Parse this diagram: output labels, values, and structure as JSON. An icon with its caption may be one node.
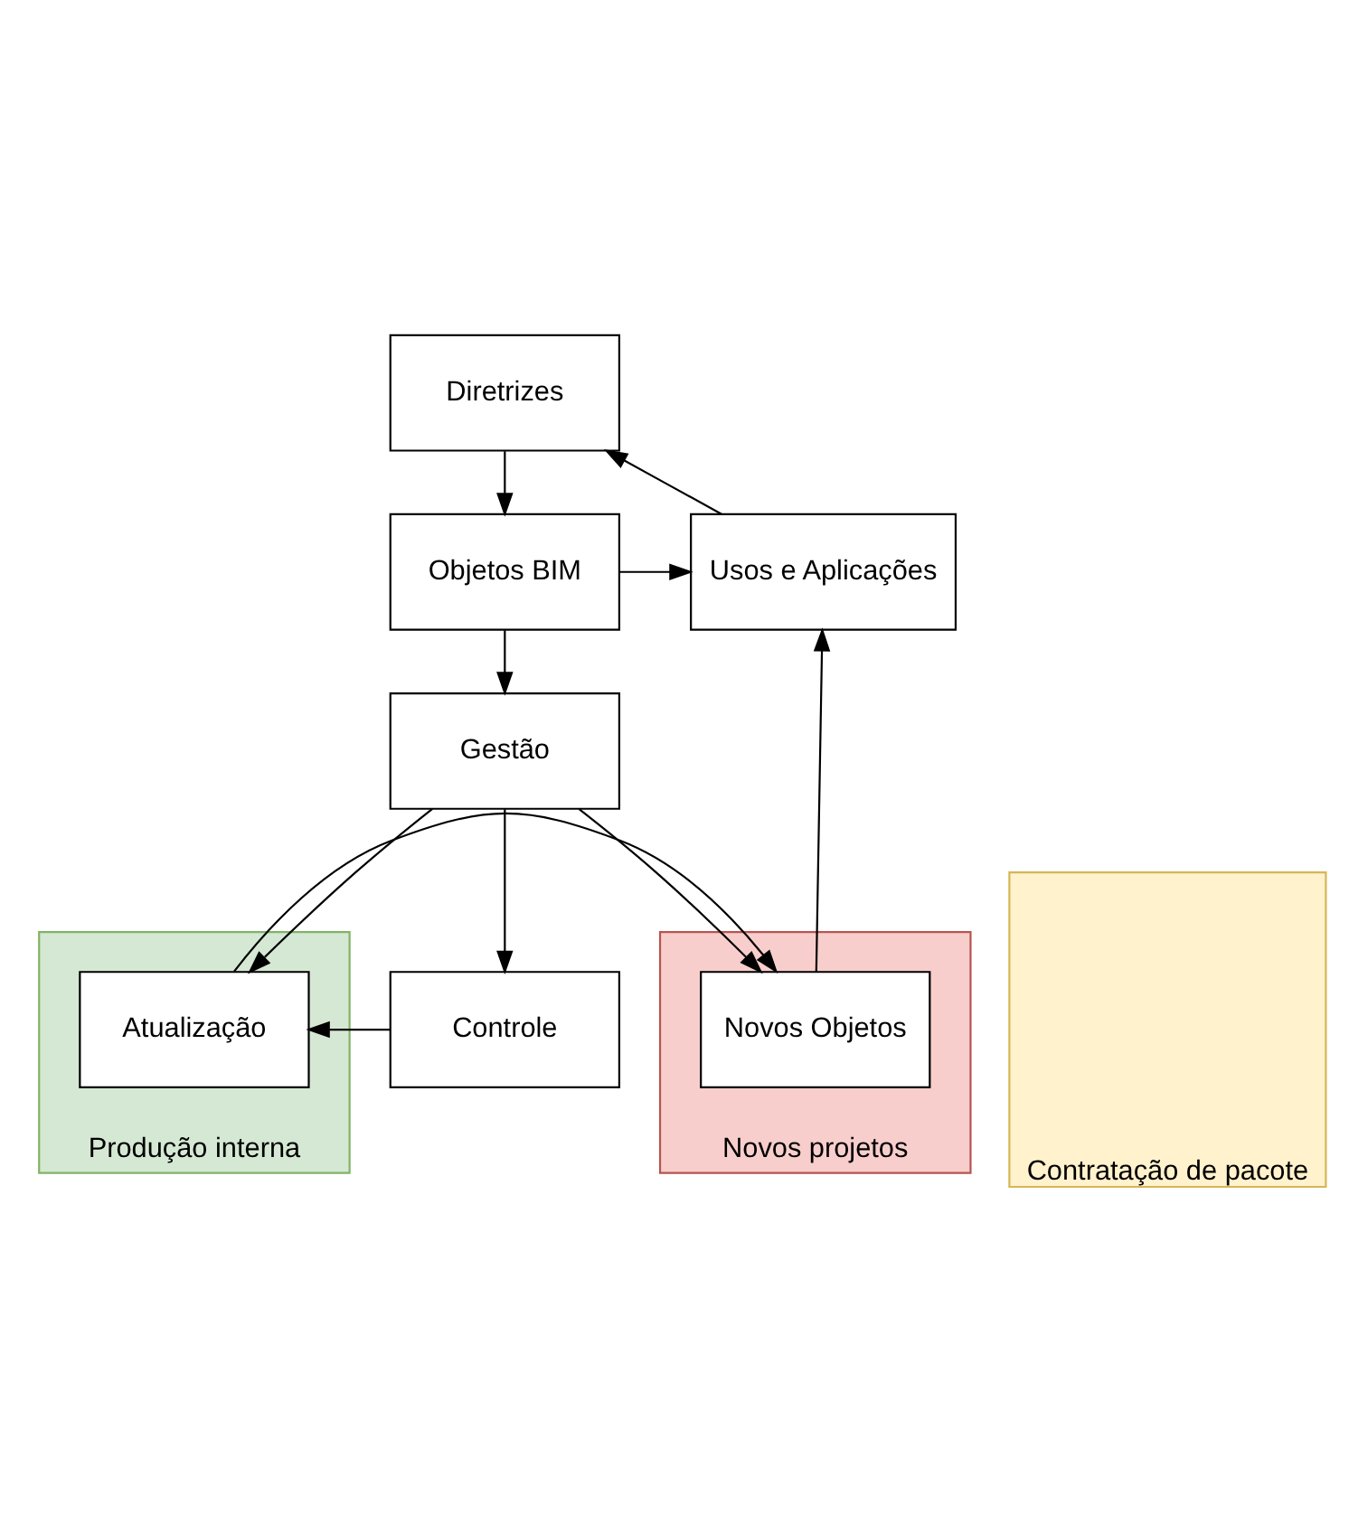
{
  "diagram": {
    "nodes": [
      {
        "text": [
          "Diretrizes"
        ]
      },
      {
        "text": [
          "Objetos BIM"
        ]
      },
      {
        "text": [
          "Usos e Aplicações"
        ]
      },
      {
        "text": [
          "Gestão"
        ]
      },
      {
        "text": [
          "Contratação de pacote"
        ]
      },
      {
        "text": [
          "Produção interna"
        ]
      },
      {
        "text": [
          "Controle"
        ]
      },
      {
        "text": [
          "Atualização"
        ],
        "in": 5
      },
      {
        "text": [
          "Novos projetos"
        ]
      },
      {
        "text": [
          "Novos Objetos"
        ],
        "in": 8
      }
    ],
    "edges": [
      {
        "from": 0,
        "to": 1,
        "arrow": "to"
      },
      {
        "from": 1,
        "to": 2,
        "arrow": "to"
      },
      {
        "from": 2,
        "to": 0,
        "arrow": "to"
      },
      {
        "from": 1,
        "to": 3,
        "arrow": "to"
      },
      {
        "from": 3,
        "to": 6,
        "arrow": "to"
      },
      {
        "from": 3,
        "to": 7,
        "arrow": "to"
      },
      {
        "from": 3,
        "to": 9,
        "arrow": "to"
      },
      {
        "from": 6,
        "to": 7,
        "arrow": "to"
      },
      {
        "from": 7,
        "to": 9,
        "arrow": "to"
      },
      {
        "from": 9,
        "to": 2,
        "arrow": "to"
      }
    ]
  }
}
